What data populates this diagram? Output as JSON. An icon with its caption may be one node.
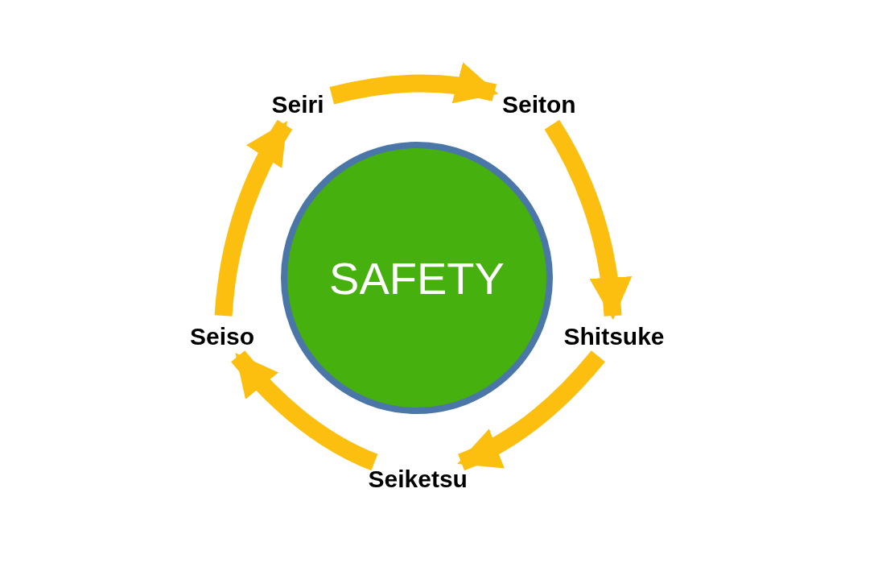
{
  "diagram": {
    "nodes": [
      {
        "text": [
          "SAFETY"
        ]
      },
      {
        "text": [
          "Seiri"
        ]
      },
      {
        "text": [
          "Seiton"
        ]
      },
      {
        "text": [
          "Shitsuke"
        ]
      },
      {
        "text": [
          "Seiketsu"
        ]
      },
      {
        "text": [
          "Seiso"
        ]
      }
    ],
    "edges": [
      {
        "from": 1,
        "to": 2,
        "arrow": "to"
      },
      {
        "from": 2,
        "to": 3,
        "arrow": "to"
      },
      {
        "from": 3,
        "to": 4,
        "arrow": "to"
      },
      {
        "from": 4,
        "to": 5,
        "arrow": "to"
      },
      {
        "from": 5,
        "to": 1,
        "arrow": "to"
      }
    ]
  }
}
